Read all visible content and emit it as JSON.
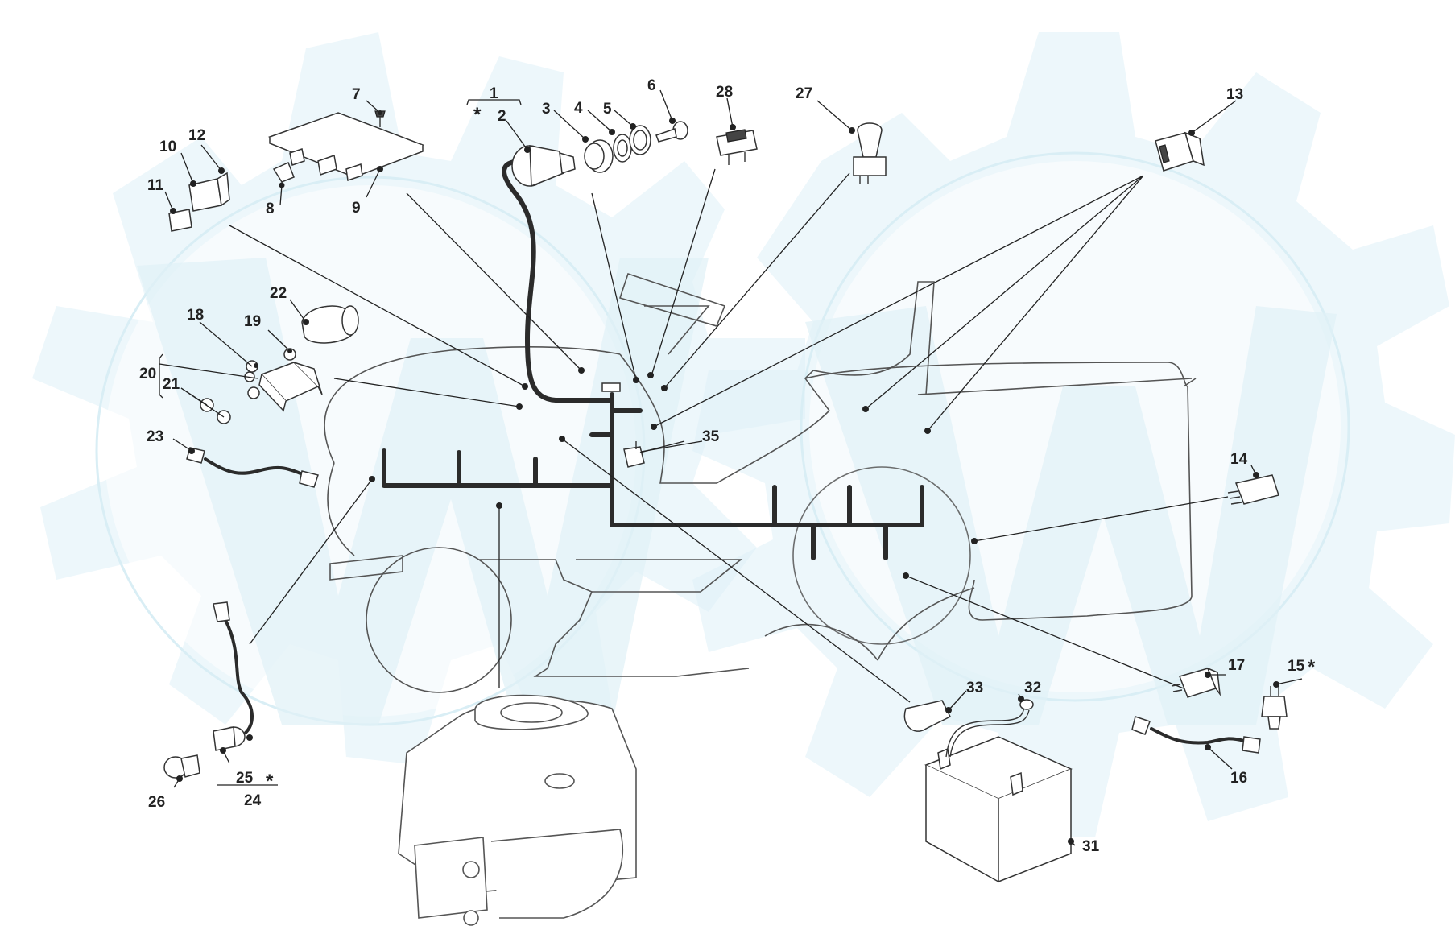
{
  "diagram": {
    "callouts": [
      {
        "id": "c1",
        "text": "1"
      },
      {
        "id": "c2",
        "text": "2"
      },
      {
        "id": "c3",
        "text": "3"
      },
      {
        "id": "c4",
        "text": "4"
      },
      {
        "id": "c5",
        "text": "5"
      },
      {
        "id": "c6",
        "text": "6"
      },
      {
        "id": "c7",
        "text": "7"
      },
      {
        "id": "c8",
        "text": "8"
      },
      {
        "id": "c9",
        "text": "9"
      },
      {
        "id": "c10",
        "text": "10"
      },
      {
        "id": "c11",
        "text": "11"
      },
      {
        "id": "c12",
        "text": "12"
      },
      {
        "id": "c13",
        "text": "13"
      },
      {
        "id": "c14",
        "text": "14"
      },
      {
        "id": "c15",
        "text": "15"
      },
      {
        "id": "c16",
        "text": "16"
      },
      {
        "id": "c17",
        "text": "17"
      },
      {
        "id": "c18",
        "text": "18"
      },
      {
        "id": "c19",
        "text": "19"
      },
      {
        "id": "c20",
        "text": "20"
      },
      {
        "id": "c21",
        "text": "21"
      },
      {
        "id": "c22",
        "text": "22"
      },
      {
        "id": "c23",
        "text": "23"
      },
      {
        "id": "c24",
        "text": "24"
      },
      {
        "id": "c25",
        "text": "25"
      },
      {
        "id": "c26",
        "text": "26"
      },
      {
        "id": "c27",
        "text": "27"
      },
      {
        "id": "c28",
        "text": "28"
      },
      {
        "id": "c31",
        "text": "31"
      },
      {
        "id": "c32",
        "text": "32"
      },
      {
        "id": "c33",
        "text": "33"
      },
      {
        "id": "c35",
        "text": "35"
      }
    ],
    "markers": [
      {
        "id": "m1",
        "text": "*"
      },
      {
        "id": "m2",
        "text": "*"
      },
      {
        "id": "m3",
        "text": "*"
      }
    ]
  }
}
